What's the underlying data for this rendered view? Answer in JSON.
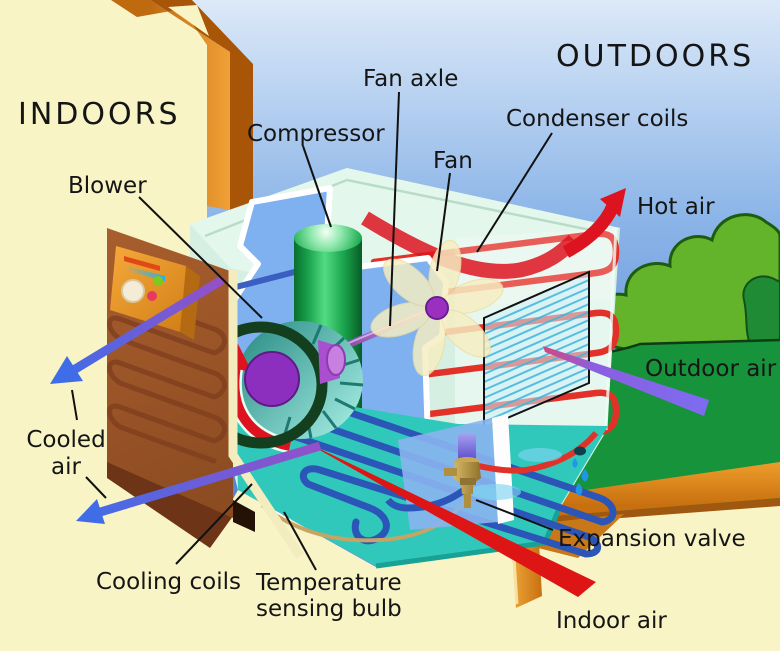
{
  "diagram": {
    "type": "window-air-conditioner-cutaway",
    "labels": {
      "indoors": "INDOORS",
      "outdoors": "OUTDOORS",
      "blower": "Blower",
      "compressor": "Compressor",
      "fan_axle": "Fan axle",
      "fan": "Fan",
      "condenser_coils": "Condenser coils",
      "hot_air": "Hot air",
      "outdoor_air": "Outdoor air",
      "cooled_air_1": "Cooled",
      "cooled_air_2": "air",
      "cooling_coils": "Cooling coils",
      "temperature_1": "Temperature",
      "temperature_2": "sensing bulb",
      "expansion_valve": "Expansion valve",
      "indoor_air": "Indoor air"
    },
    "colors": {
      "sky_top": "#dce9f8",
      "sky_bottom": "#5585d4",
      "indoor_wall": "#f8f4c6",
      "window_frame": "#e0861c",
      "unit_casing": "#d5efe2",
      "unit_base": "#2fc8ba",
      "front_panel": "#9a5526",
      "compressor_green": "#15943f",
      "blower_ring": "#143f1f",
      "blower_core": "#8d2fbe",
      "axle_purple": "#b873d6",
      "fan_blade": "#f6eec2",
      "hot_pipe": "#e23128",
      "cold_pipe": "#2b56b8",
      "hot_air_arrow": "#dd1420",
      "indoor_air_flow": "#dd1515",
      "cooled_air_arrow": "#3f6de8",
      "outdoor_air_arrow": "#7d6cf0",
      "grass": "#17933b",
      "tree": "#63b32b",
      "capillary": "#c8a464",
      "valve_body": "#b08f3e",
      "valve_cap": "#7a6fd8",
      "cutaway_blue": "#7fb0f0"
    }
  }
}
